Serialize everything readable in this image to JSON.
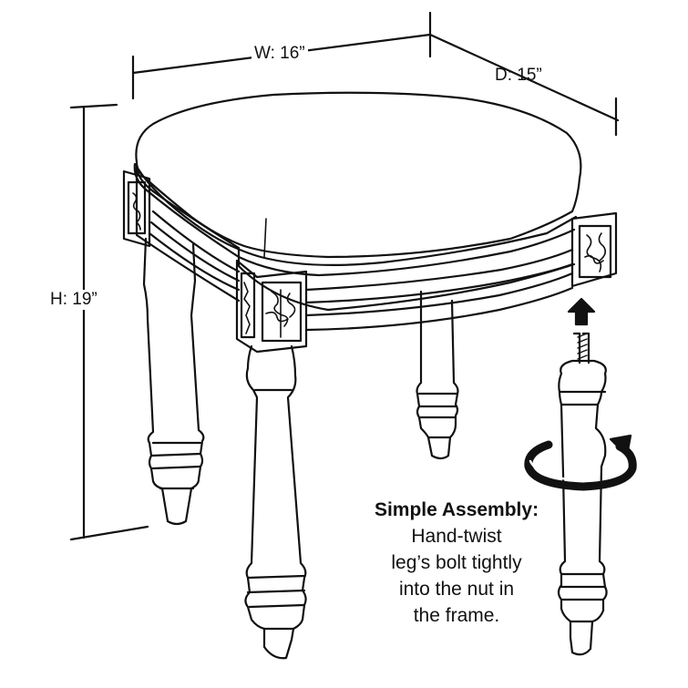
{
  "dimensions": {
    "width_label": "W: 16”",
    "depth_label": "D: 15”",
    "height_label": "H: 19”"
  },
  "assembly": {
    "title": "Simple Assembly:",
    "lines": [
      "Hand-twist",
      "leg’s bolt tightly",
      "into the nut in",
      "the frame."
    ]
  },
  "colors": {
    "line": "#111111",
    "background": "#ffffff"
  },
  "icons": [
    "arrow-up-icon",
    "rotation-arrow-icon"
  ]
}
